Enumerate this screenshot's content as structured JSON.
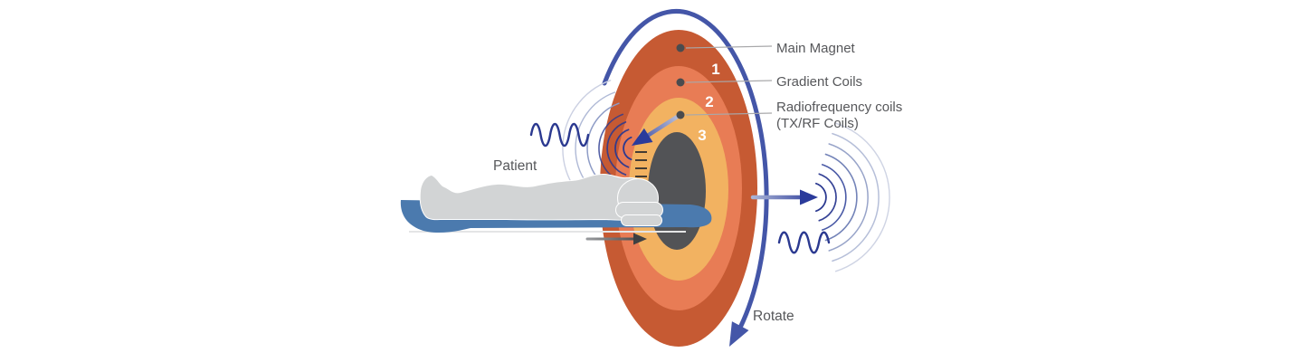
{
  "labels": {
    "main_magnet": "Main Magnet",
    "gradient_coils": "Gradient Coils",
    "radiofrequency_line1": "Radiofrequency coils",
    "radiofrequency_line2": "(TX/RF Coils)",
    "patient": "Patient",
    "rotate": "Rotate"
  },
  "ring_numbers": {
    "main_magnet": "1",
    "gradient_coils": "2",
    "rf_coils": "3"
  },
  "colors": {
    "ring_main_magnet": "#C65A33",
    "ring_gradient": "#E87C55",
    "ring_rf": "#F2B261",
    "bore": "#525356",
    "table": "#4B7AAE",
    "patient": "#D2D4D5",
    "rotate_arrow": "#4456A8",
    "rf_wave": "#2B3990",
    "label_text": "#56575A"
  }
}
